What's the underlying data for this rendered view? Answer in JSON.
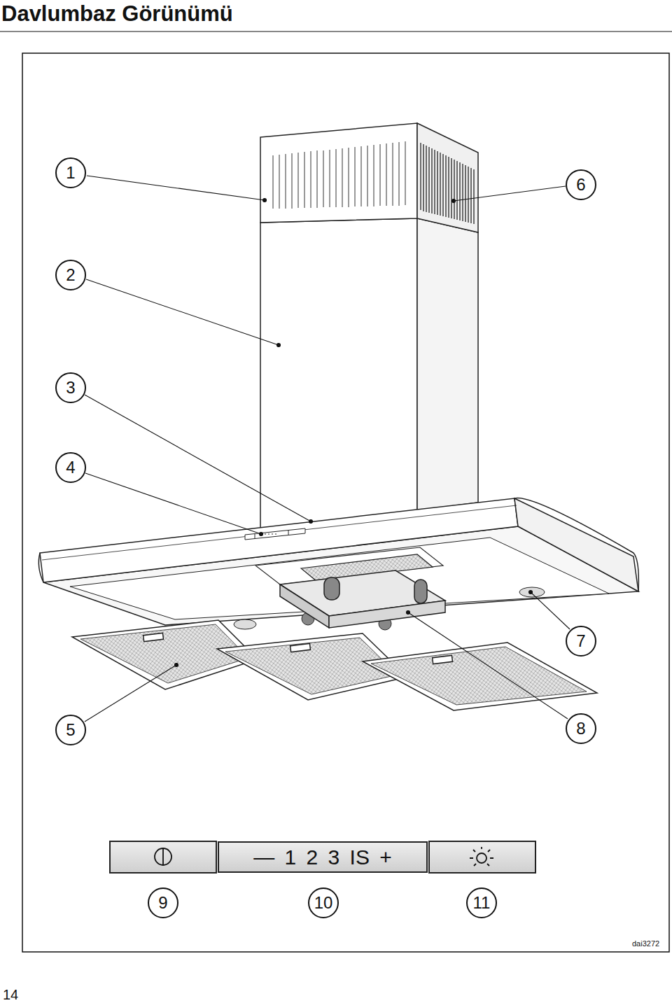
{
  "diagram": {
    "title": "Davlumbaz Görünümü",
    "nodes": [
      {
        "text": [
          "— 1 2 3 IS +"
        ]
      }
    ],
    "labels": [
      "1",
      "6",
      "2",
      "3",
      "4",
      "7",
      "5",
      "8",
      "9",
      "10",
      "11",
      "dai3272",
      "14"
    ]
  }
}
